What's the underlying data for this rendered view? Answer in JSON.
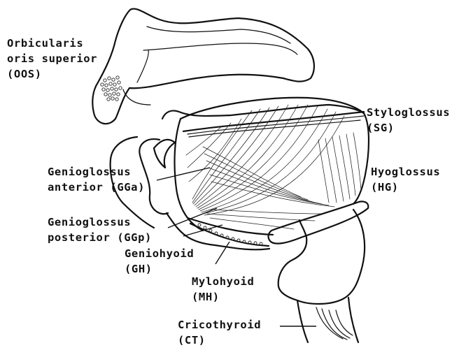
{
  "labels": {
    "oos": {
      "line1": "Orbicularis",
      "line2": "oris superior",
      "line3": "(OOS)"
    },
    "sg": {
      "line1": "Styloglossus",
      "line2": "(SG)"
    },
    "gga": {
      "line1": "Genioglossus",
      "line2": "anterior (GGa)"
    },
    "hg": {
      "line1": "Hyoglossus",
      "line2": "(HG)"
    },
    "ggp": {
      "line1": "Genioglossus",
      "line2": "posterior (GGp)"
    },
    "gh": {
      "line1": "Geniohyoid",
      "line2": "(GH)"
    },
    "mh": {
      "line1": "Mylohyoid",
      "line2": "(MH)"
    },
    "ct": {
      "line1": "Cricothyroid",
      "line2": "(CT)"
    }
  }
}
